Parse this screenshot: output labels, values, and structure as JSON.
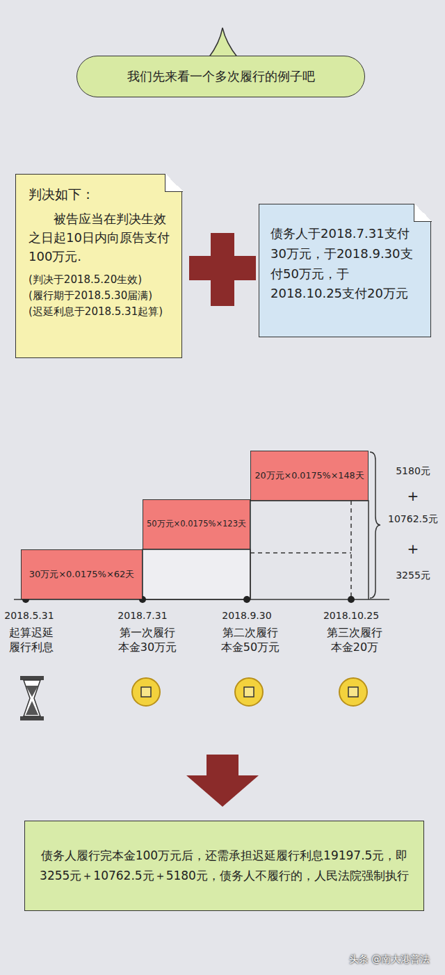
{
  "diagram": {
    "nodes": [
      {
        "text": [
          "我们先来看一个多次履行的例子吧"
        ]
      },
      {
        "text": [
          "判决如下：",
          "被告应当在判决生效之日起10日内向原告支付100万元.",
          "(判决于2018.5.20生效)",
          "(履行期于2018.5.30届满)",
          "(迟延利息于2018.5.31起算)"
        ]
      },
      {
        "text": [
          "债务人于2018.7.31支付30万元，于2018.9.30支付50万元，于2018.10.25支付20万元"
        ]
      },
      {
        "text": [
          "30万元×0.0175%×62天"
        ]
      },
      {
        "text": [
          "50万元×0.0175%×123天"
        ]
      },
      {
        "text": [
          "20万元×0.0175%×148天"
        ]
      },
      {
        "text": [
          "债务人履行完本金100万元后，还需承担迟延履行利息19197.5元，即3255元＋10762.5元＋5180元，债务人不履行的，人民法院强制执行"
        ]
      }
    ],
    "labels": [
      "5180元",
      "+",
      "10762.5元",
      "+",
      "3255元",
      "2018.5.31",
      "起算迟延履行利息",
      "2018.7.31",
      "第一次履行本金30万元",
      "2018.9.30",
      "第二次履行本金50万元",
      "2018.10.25",
      "第三次履行本金20万",
      "头条 @南大港普法"
    ]
  }
}
